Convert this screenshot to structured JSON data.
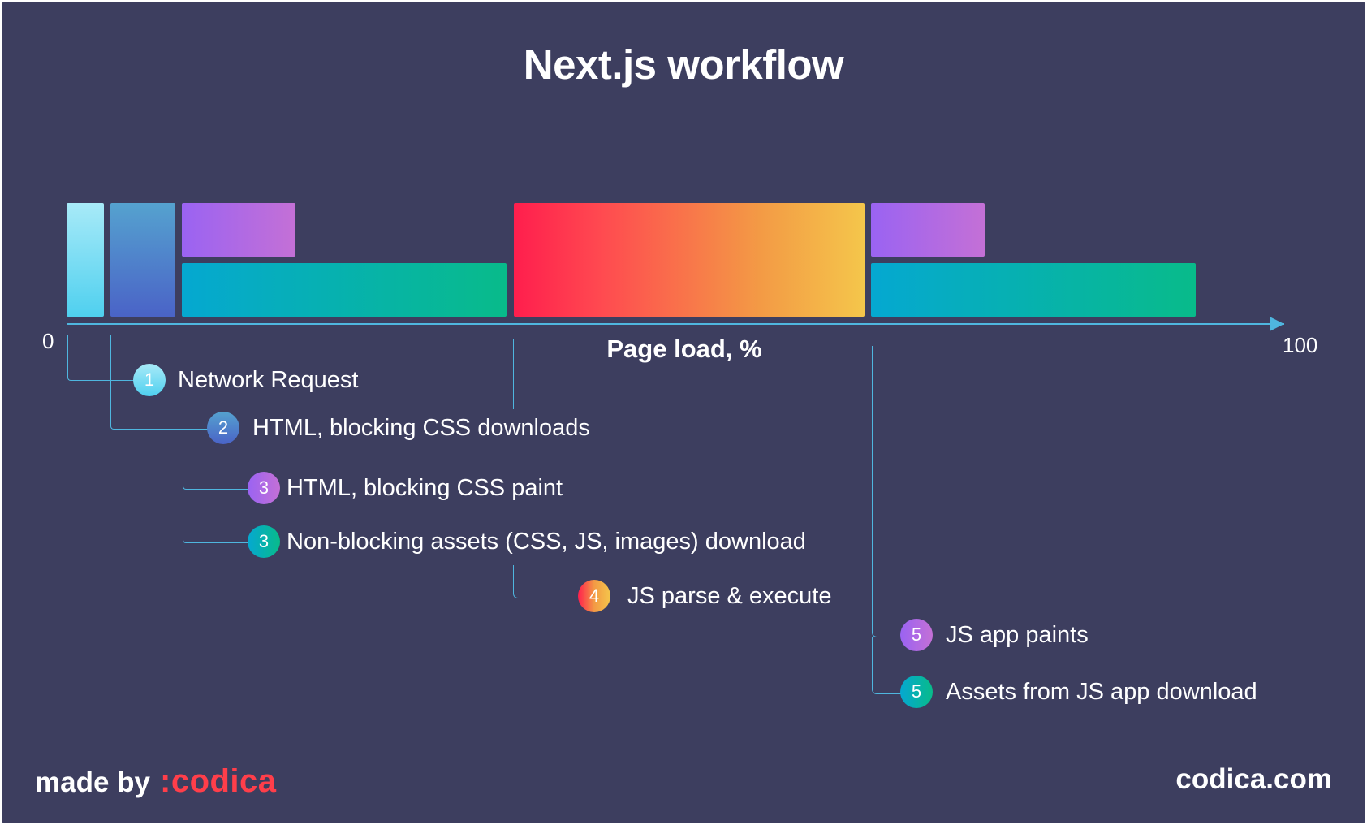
{
  "title": "Next.js workflow",
  "axis": {
    "start_label": "0",
    "end_label": "100",
    "label": "Page load, %"
  },
  "colors": {
    "background": "#3d3e5f",
    "axis": "#4fb6df",
    "network_request": [
      "#a8eaf8",
      "#4fd0ef"
    ],
    "html_css_download": [
      "#55a2cf",
      "#4a63c7"
    ],
    "purple": [
      "#9a63f2",
      "#c470d6"
    ],
    "teal": [
      "#05a8d1",
      "#08bb8a"
    ],
    "js_parse": [
      "#ff1e4d",
      "#f39a45",
      "#f4c64b"
    ],
    "brand": "#ff3e4a"
  },
  "steps": [
    {
      "number": "1",
      "text": "Network Request",
      "color": "network_request"
    },
    {
      "number": "2",
      "text": "HTML, blocking CSS downloads",
      "color": "html_css_download"
    },
    {
      "number": "3",
      "text": "HTML, blocking CSS paint",
      "color": "purple"
    },
    {
      "number": "3",
      "text": "Non-blocking assets (CSS, JS, images) download",
      "color": "teal"
    },
    {
      "number": "4",
      "text": "JS parse & execute",
      "color": "js_parse"
    },
    {
      "number": "5",
      "text": "JS app paints",
      "color": "purple"
    },
    {
      "number": "5",
      "text": "Assets from JS app download",
      "color": "teal"
    }
  ],
  "footer": {
    "made_by": "made by",
    "brand": ":codica",
    "site": "codica.com"
  }
}
